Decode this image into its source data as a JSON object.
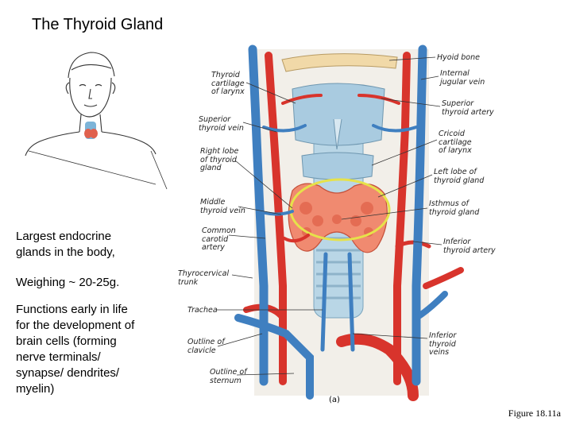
{
  "title": "The Thyroid Gland",
  "points": [
    "Largest endocrine glands in the body,",
    "Weighing ~ 20-25g.",
    "Functions early in life for the development of brain cells (forming nerve terminals/ synapse/ dendrites/ myelin)"
  ],
  "points_lines": [
    [
      "Largest endocrine",
      "glands in the body,"
    ],
    [
      "Weighing ~ 20-25g."
    ],
    [
      "Functions early in life",
      "for the development of",
      "brain cells (forming",
      "nerve terminals/",
      "synapse/ dendrites/",
      "myelin)"
    ]
  ],
  "figure_caption": "Figure 18.11a",
  "panel_label": "(a)",
  "left_labels": {
    "thyroid_cartilage": [
      "Thyroid",
      "cartilage",
      "of larynx"
    ],
    "superior_thyroid_vein": [
      "Superior",
      "thyroid vein"
    ],
    "right_lobe": [
      "Right lobe",
      "of thyroid",
      "gland"
    ],
    "middle_thyroid_vein": [
      "Middle",
      "thyroid vein"
    ],
    "common_carotid": [
      "Common",
      "carotid",
      "artery"
    ],
    "thyrocervical": [
      "Thyrocervical",
      "trunk"
    ],
    "trachea": [
      "Trachea"
    ],
    "outline_clavicle": [
      "Outline of",
      "clavicle"
    ],
    "outline_sternum": [
      "Outline of",
      "sternum"
    ]
  },
  "right_labels": {
    "hyoid": [
      "Hyoid bone"
    ],
    "internal_jugular": [
      "Internal",
      "jugular vein"
    ],
    "superior_thyroid_artery": [
      "Superior",
      "thyroid artery"
    ],
    "cricoid": [
      "Cricoid",
      "cartilage",
      "of larynx"
    ],
    "left_lobe": [
      "Left lobe of",
      "thyroid gland"
    ],
    "isthmus": [
      "Isthmus of",
      "thyroid gland"
    ],
    "inferior_thyroid_artery": [
      "Inferior",
      "thyroid artery"
    ],
    "inferior_thyroid_veins": [
      "Inferior",
      "thyroid",
      "veins"
    ]
  },
  "colors": {
    "artery": "#d8342c",
    "vein": "#3f7fc0",
    "cartilage": "#a9cbe0",
    "thyroid": "#f08a70",
    "highlight": "#e6e24a"
  }
}
